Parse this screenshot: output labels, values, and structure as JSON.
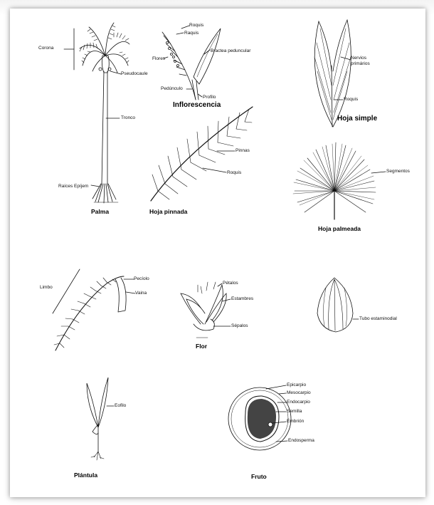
{
  "figures": {
    "palma": {
      "title": "Palma",
      "labels": [
        "Corona",
        "Pseudocaule",
        "Tronco",
        "Raíces Epíjem"
      ]
    },
    "inflorescencia": {
      "title": "Inflorescencia",
      "labels": [
        "Roquis",
        "Raquis",
        "Flores",
        "Bractea peduncular",
        "Pedúnculo",
        "Profilo"
      ]
    },
    "hoja_simple": {
      "title": "Hoja simple",
      "labels": [
        "Nervios primários",
        "Roquis"
      ]
    },
    "hoja_pinnada": {
      "title": "Hoja pinnada",
      "labels": [
        "Pinnas",
        "Roquis"
      ]
    },
    "hoja_palmeada": {
      "title": "Hoja palmeada",
      "labels": [
        "Segmentos"
      ]
    },
    "hoja_detalle": {
      "labels": [
        "Limbo",
        "Pecíolo",
        "Vaina"
      ]
    },
    "flor": {
      "title": "Flor",
      "labels": [
        "Pétalos",
        "Estambres",
        "Sépalos"
      ]
    },
    "tubo": {
      "labels": [
        "Tubo estaminodial"
      ]
    },
    "plantula": {
      "title": "Plántula",
      "labels": [
        "Eofilo"
      ]
    },
    "fruto": {
      "title": "Fruto",
      "labels": [
        "Epicarpio",
        "Mesocarpio",
        "Endocarpio",
        "Semilla",
        "Embrión",
        "Endosperma"
      ]
    }
  }
}
